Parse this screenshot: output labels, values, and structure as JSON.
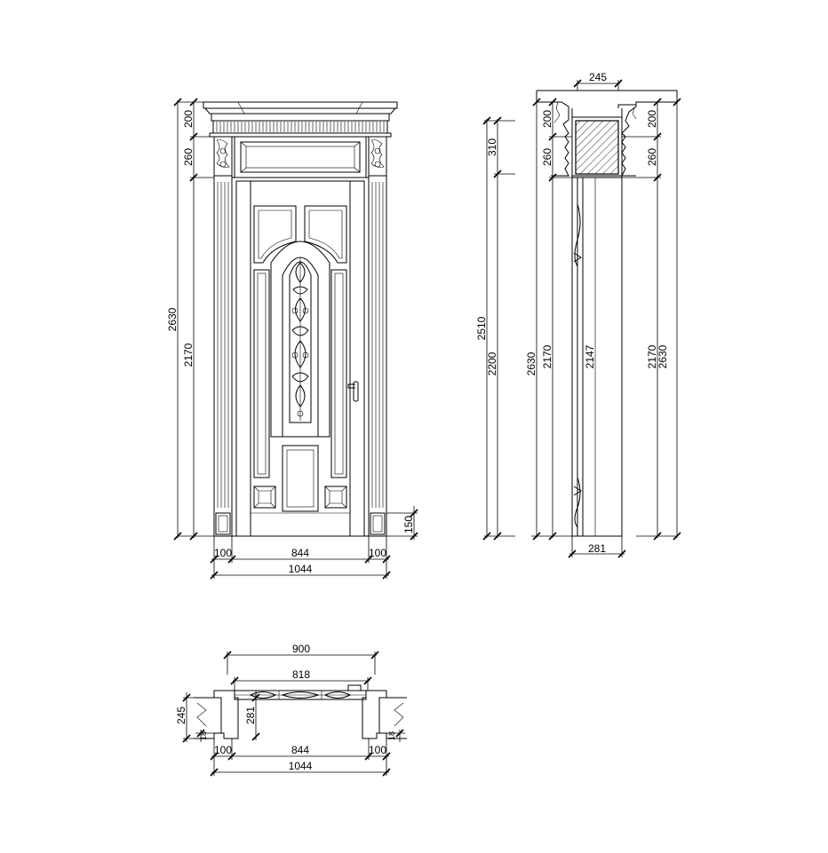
{
  "front_elevation": {
    "height_total": "2630",
    "height_door": "2170",
    "height_cornice": "200",
    "height_transom": "260",
    "plinth": "150",
    "width_opening": "844",
    "width_total": "1044",
    "side_left": "100",
    "side_right": "100"
  },
  "side_section": {
    "top_width": "245",
    "top_h_left": "200",
    "top_h_right": "200",
    "transom_left": "260",
    "transom_right": "260",
    "panel_310": "310",
    "h_2510": "2510",
    "h_2200": "2200",
    "h_2630_left": "2630",
    "h_2170_left": "2170",
    "h_2147": "2147",
    "h_2170_right": "2170",
    "h_2630_right": "2630",
    "bottom_width": "281"
  },
  "plan": {
    "width_900": "900",
    "width_818": "818",
    "depth_245": "245",
    "depth_281": "281",
    "small_left": "18",
    "small_right": "18",
    "width_opening": "844",
    "width_total": "1044",
    "side_left": "100",
    "side_right": "100"
  }
}
